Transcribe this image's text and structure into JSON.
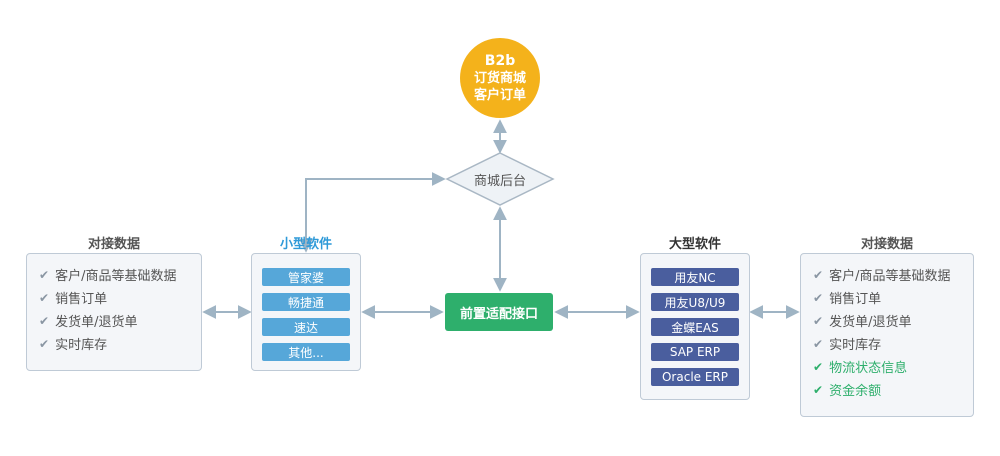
{
  "top_node": {
    "line1": "B2b",
    "line2": "订货商城",
    "line3": "客户订单"
  },
  "hub": {
    "label": "商城后台"
  },
  "adapter": {
    "label": "前置适配接口"
  },
  "small_software": {
    "title": "小型软件",
    "items": [
      "管家婆",
      "畅捷通",
      "速达",
      "其他..."
    ]
  },
  "large_software": {
    "title": "大型软件",
    "items": [
      "用友NC",
      "用友U8/U9",
      "金蝶EAS",
      "SAP ERP",
      "Oracle ERP"
    ]
  },
  "left_data": {
    "title": "对接数据",
    "items": [
      "客户/商品等基础数据",
      "销售订单",
      "发货单/退货单",
      "实时库存"
    ]
  },
  "right_data": {
    "title": "对接数据",
    "items": [
      "客户/商品等基础数据",
      "销售订单",
      "发货单/退货单",
      "实时库存",
      "物流状态信息",
      "资金余额"
    ],
    "highlighted_from": 4
  },
  "colors": {
    "circle": "#f4b21b",
    "small_pill": "#56a7d9",
    "large_pill": "#4a5e9e",
    "adapter": "#2eaf6c",
    "connector": "#9fb4c4",
    "highlight_text": "#2eaf6c",
    "small_title": "#2f9ad8",
    "large_title": "#333333",
    "data_title": "#555555"
  }
}
